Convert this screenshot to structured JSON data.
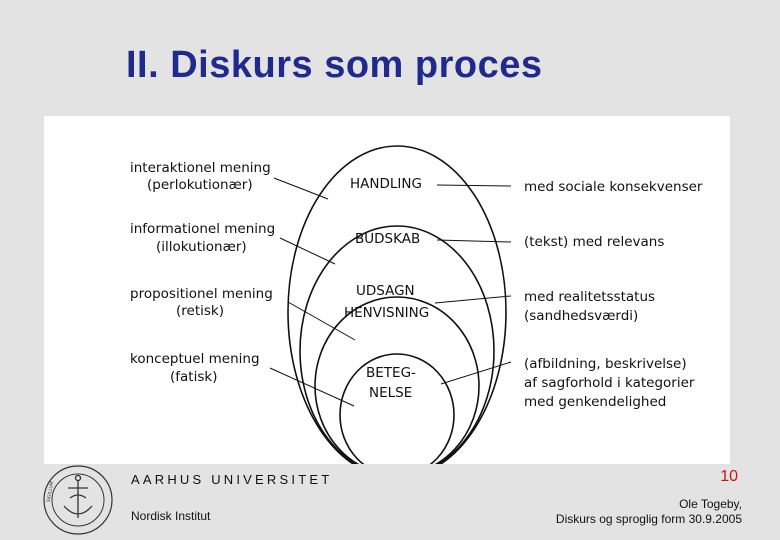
{
  "slide": {
    "title": "II. Diskurs som proces",
    "page_number": "10"
  },
  "diagram": {
    "left_labels": [
      {
        "line1": "interaktionel mening",
        "line2": "(perlokutionær)"
      },
      {
        "line1": "informationel mening",
        "line2": "(illokutionær)"
      },
      {
        "line1": "propositionel mening",
        "line2": "(retisk)"
      },
      {
        "line1": "konceptuel mening",
        "line2": "(fatisk)"
      }
    ],
    "center_labels": [
      {
        "lines": [
          "HANDLING"
        ]
      },
      {
        "lines": [
          "BUDSKAB"
        ]
      },
      {
        "lines": [
          "UDSAGN",
          "HENVISNING"
        ]
      },
      {
        "lines": [
          "BETEG-",
          "NELSE"
        ]
      }
    ],
    "right_labels": [
      {
        "lines": [
          "med sociale konsekvenser"
        ]
      },
      {
        "lines": [
          "(tekst) med relevans"
        ]
      },
      {
        "lines": [
          "med realitetsstatus",
          "(sandhedsværdi)"
        ]
      },
      {
        "lines": [
          "(afbildning, beskrivelse)",
          "af sagforhold i kategorier",
          "med genkendelighed"
        ]
      }
    ]
  },
  "footer": {
    "university": "AARHUS UNIVERSITET",
    "institute": "Nordisk Institut",
    "author_line1": "Ole Togeby,",
    "author_line2": "Diskurs og sproglig form 30.9.2005"
  },
  "logo": {
    "name": "university-seal"
  }
}
